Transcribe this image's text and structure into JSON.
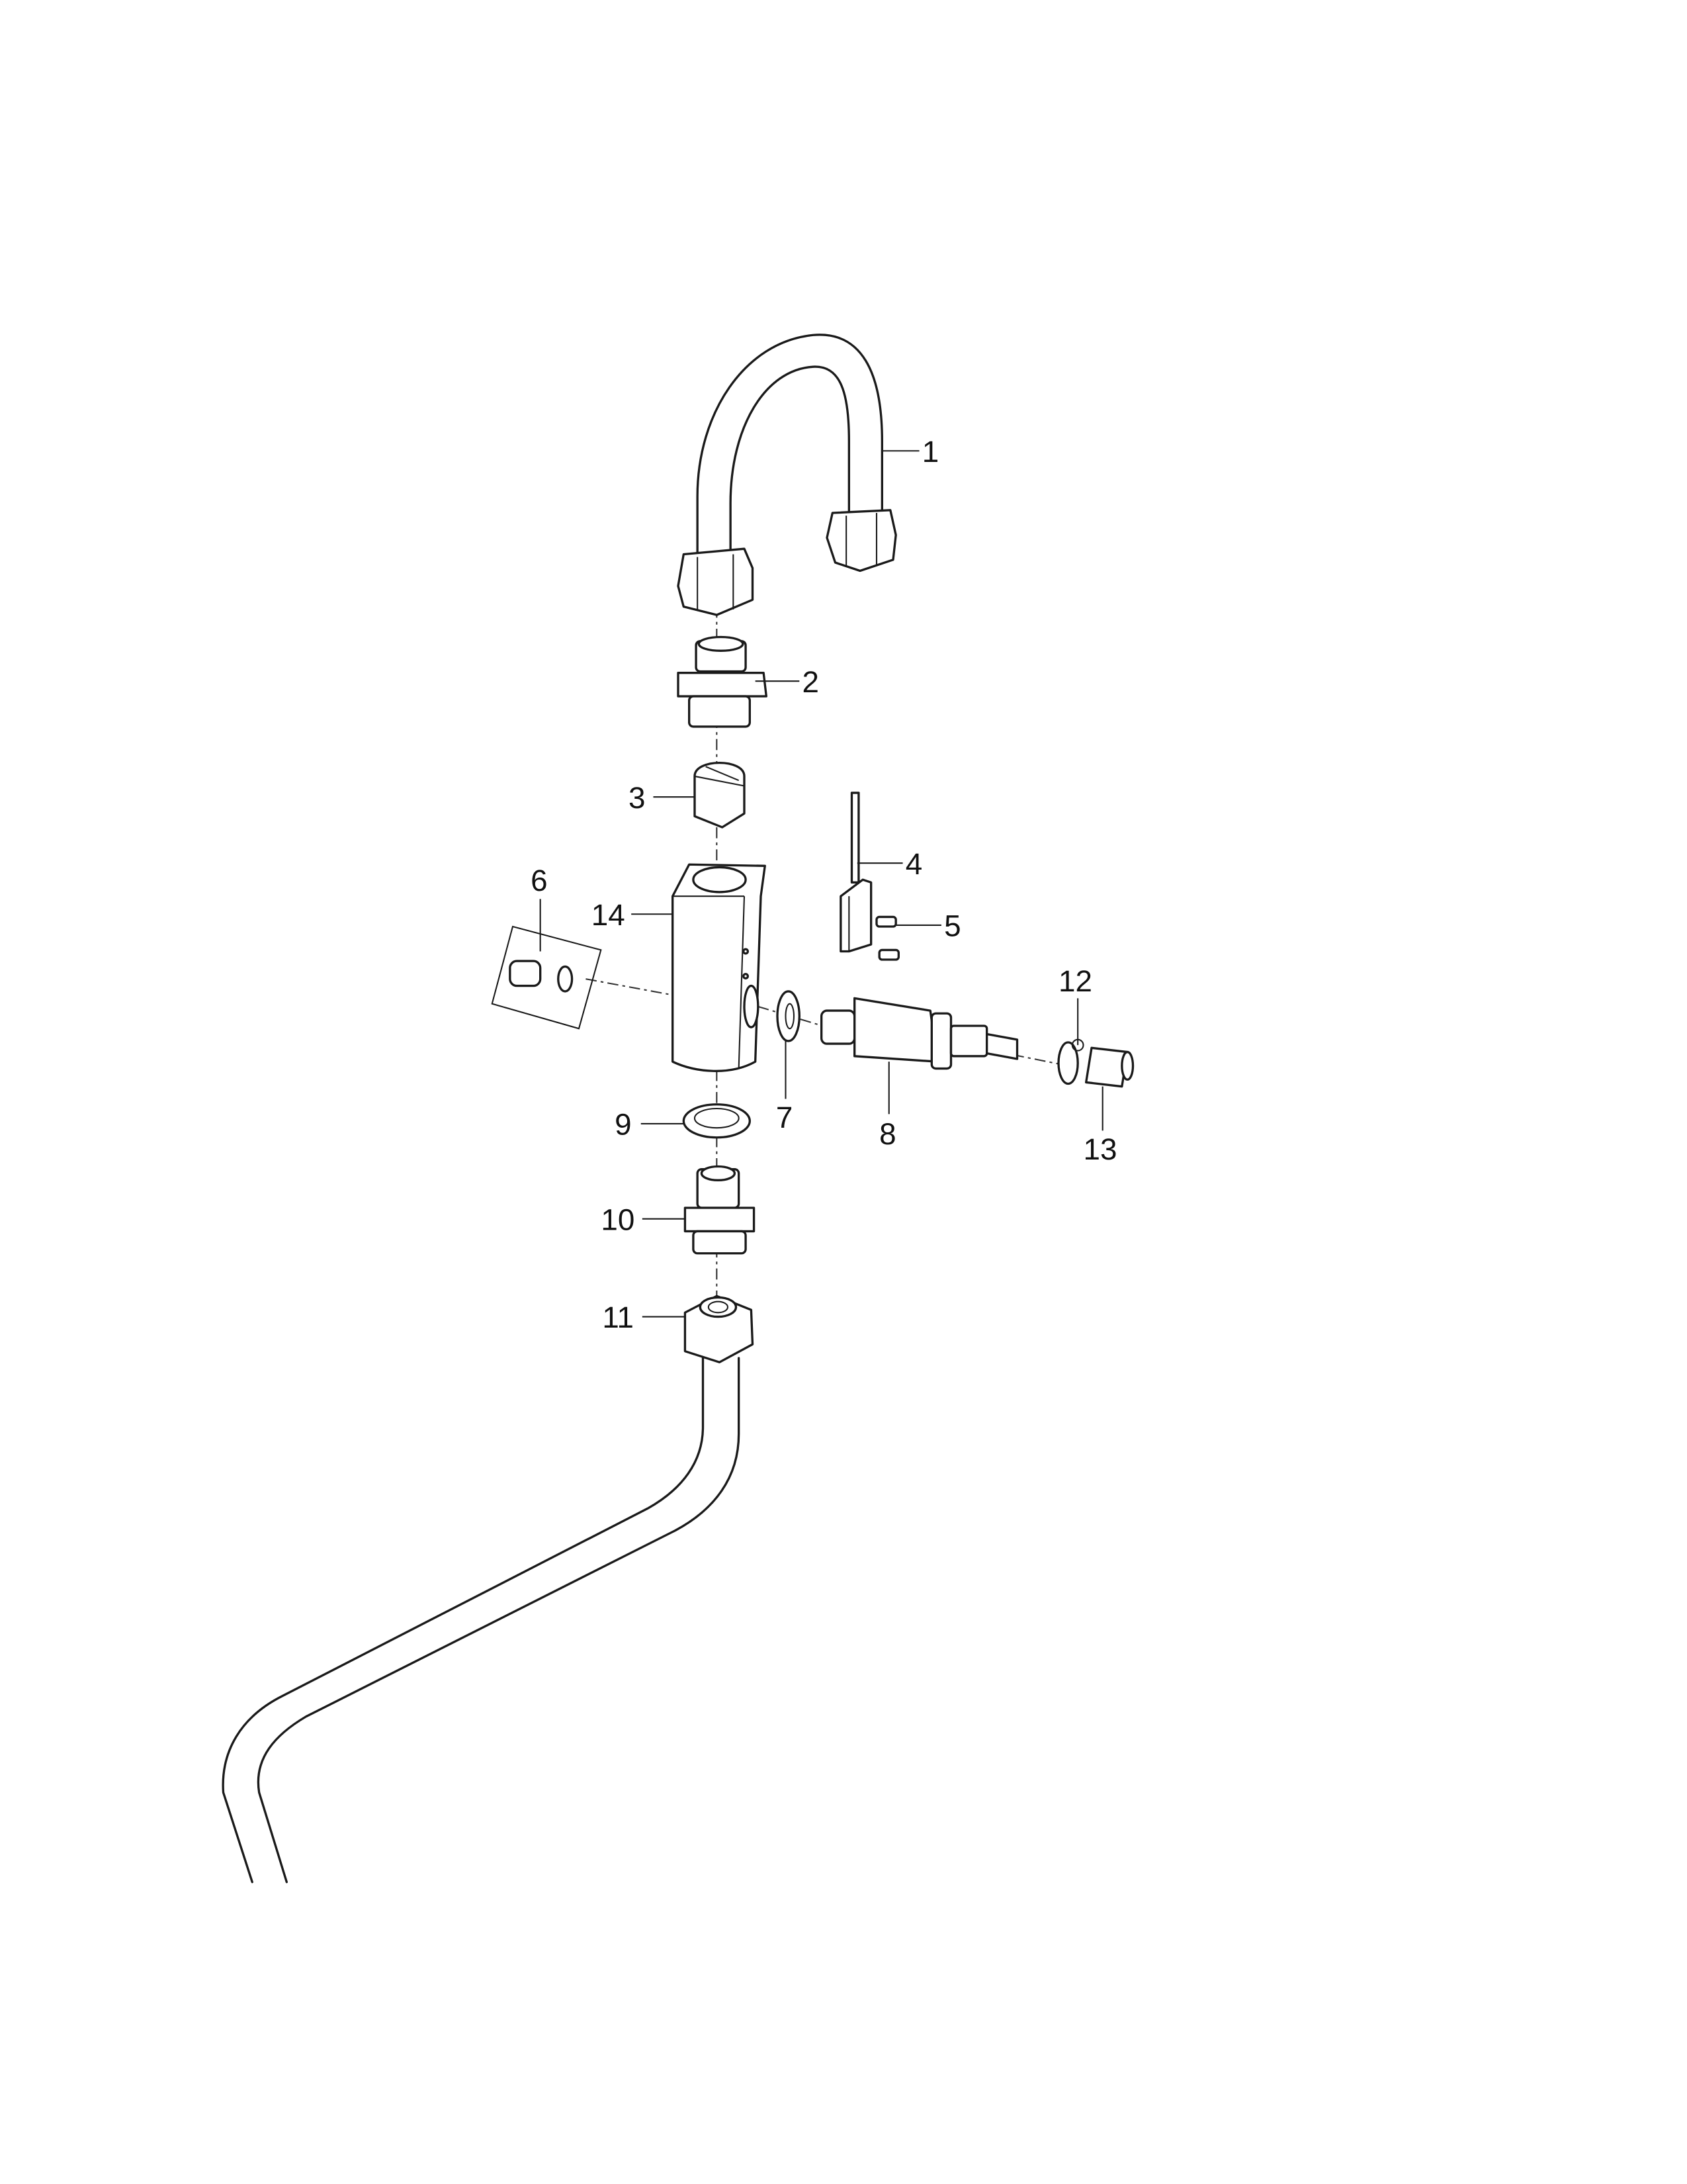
{
  "diagram": {
    "type": "exploded-parts-view",
    "callouts": [
      {
        "id": "1"
      },
      {
        "id": "2"
      },
      {
        "id": "3"
      },
      {
        "id": "4"
      },
      {
        "id": "5"
      },
      {
        "id": "6"
      },
      {
        "id": "7"
      },
      {
        "id": "8"
      },
      {
        "id": "9"
      },
      {
        "id": "10"
      },
      {
        "id": "11"
      },
      {
        "id": "12"
      },
      {
        "id": "13"
      },
      {
        "id": "14"
      }
    ]
  }
}
